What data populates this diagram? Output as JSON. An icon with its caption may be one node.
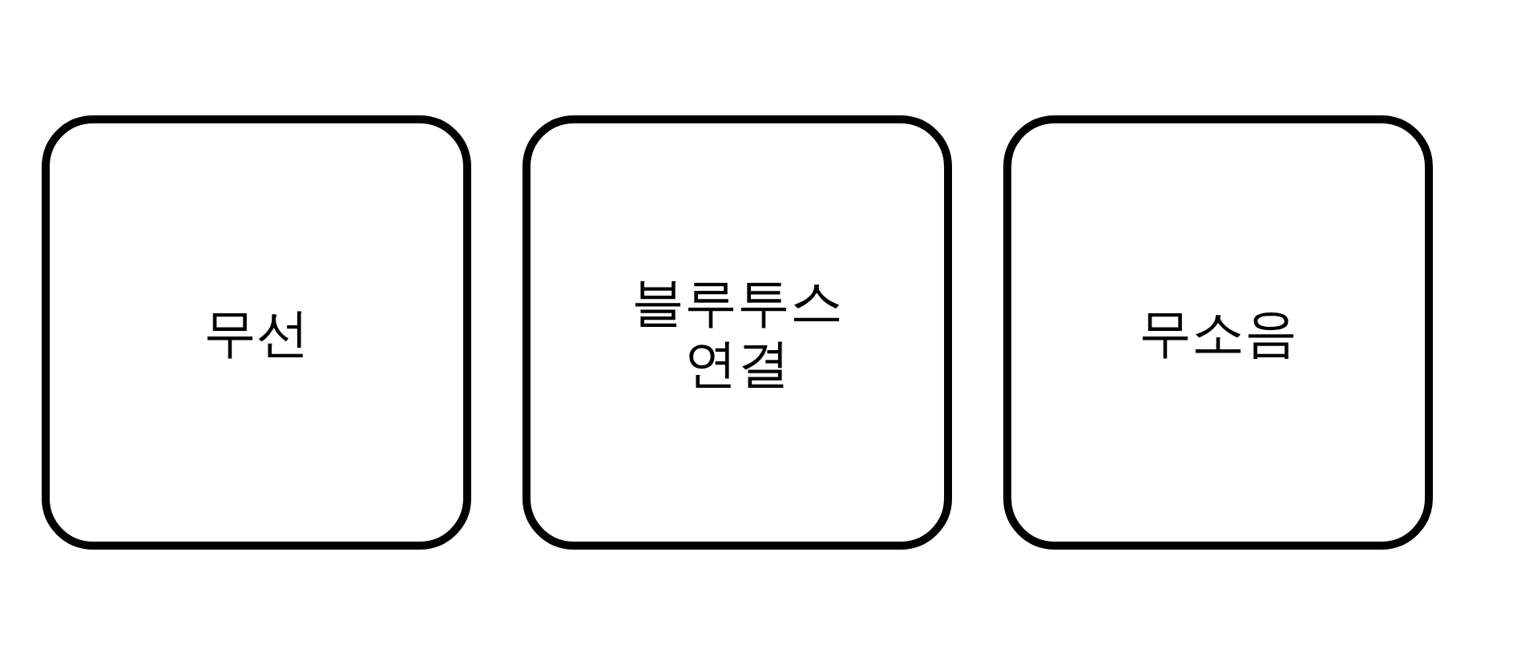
{
  "diagram": {
    "nodes": [
      {
        "text": [
          "무선"
        ]
      },
      {
        "text": [
          "블루투스 연결"
        ]
      },
      {
        "text": [
          "무소음"
        ]
      }
    ]
  }
}
